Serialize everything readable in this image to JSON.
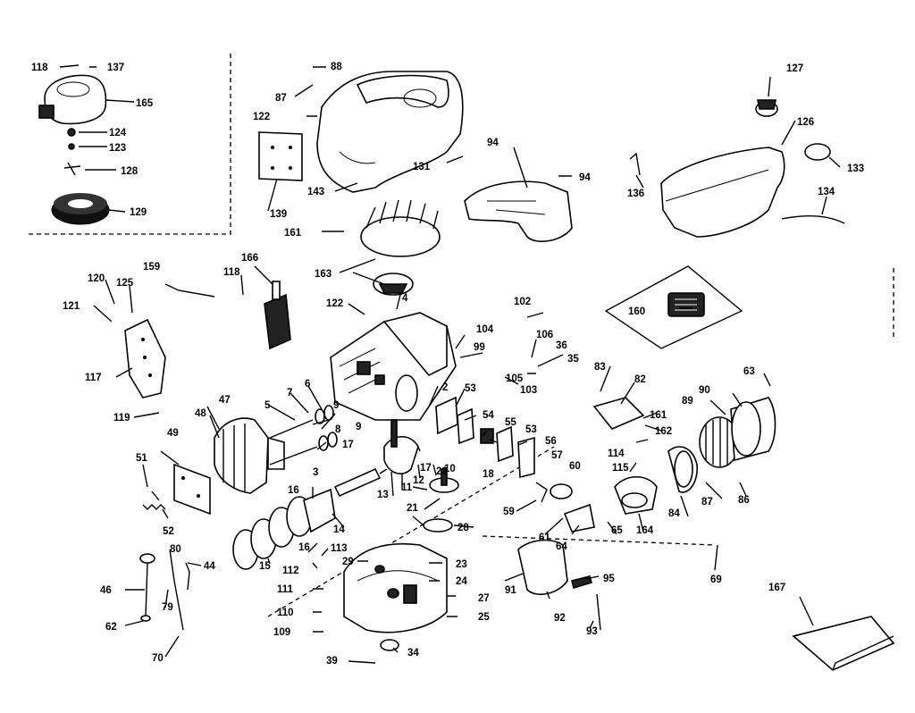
{
  "labels": {
    "l118a": "118",
    "l137": "137",
    "l165": "165",
    "l124": "124",
    "l123": "123",
    "l128": "128",
    "l129": "129",
    "l88": "88",
    "l87": "87",
    "l122a": "122",
    "l131": "131",
    "l143": "143",
    "l139": "139",
    "l161a": "161",
    "l163": "163",
    "l94a": "94",
    "l94b": "94",
    "l127": "127",
    "l126a": "126",
    "l133": "133",
    "l136": "136",
    "l134": "134",
    "l120": "120",
    "l125": "125",
    "l121": "121",
    "l159": "159",
    "l118b": "118",
    "l166": "166",
    "l122b": "122",
    "l4": "4",
    "l117": "117",
    "l119": "119",
    "l102": "102",
    "l104": "104",
    "l106": "106",
    "l36": "36",
    "l99": "99",
    "l35": "35",
    "l105": "105",
    "l103": "103",
    "l160": "160",
    "l83": "83",
    "l82": "82",
    "l63": "63",
    "l89": "89",
    "l90": "90",
    "l47": "47",
    "l48": "48",
    "l5": "5",
    "l7": "7",
    "l6": "6",
    "l9a": "9",
    "l9b": "9",
    "l8": "8",
    "l2": "2",
    "l53a": "53",
    "l54": "54",
    "l55": "55",
    "l53b": "53",
    "l56": "56",
    "l57": "57",
    "l60": "60",
    "l18": "18",
    "l10": "10",
    "l17a": "17",
    "l17b": "17",
    "l13": "13",
    "l11": "11",
    "l12": "12",
    "l22": "22",
    "l21": "21",
    "l3": "3",
    "l16a": "16",
    "l14": "14",
    "l28": "28",
    "l49": "49",
    "l51": "51",
    "l52": "52",
    "l59": "59",
    "l61": "61",
    "l64": "64",
    "l65": "65",
    "l164": "164",
    "l84": "84",
    "l87b": "87",
    "l86": "86",
    "l161b": "161",
    "l162": "162",
    "l114": "114",
    "l115": "115",
    "l69": "69",
    "l15": "15",
    "l16b": "16",
    "l113": "113",
    "l112": "112",
    "l111": "111",
    "l110": "110",
    "l109": "109",
    "l29": "29",
    "l23": "23",
    "l24": "24",
    "l27": "27",
    "l25": "25",
    "l39": "39",
    "l34": "34",
    "l91": "91",
    "l95": "95",
    "l92": "92",
    "l93": "93",
    "l167": "167",
    "l46": "46",
    "l62": "62",
    "l80": "80",
    "l79": "79",
    "l44": "44",
    "l70": "70"
  }
}
